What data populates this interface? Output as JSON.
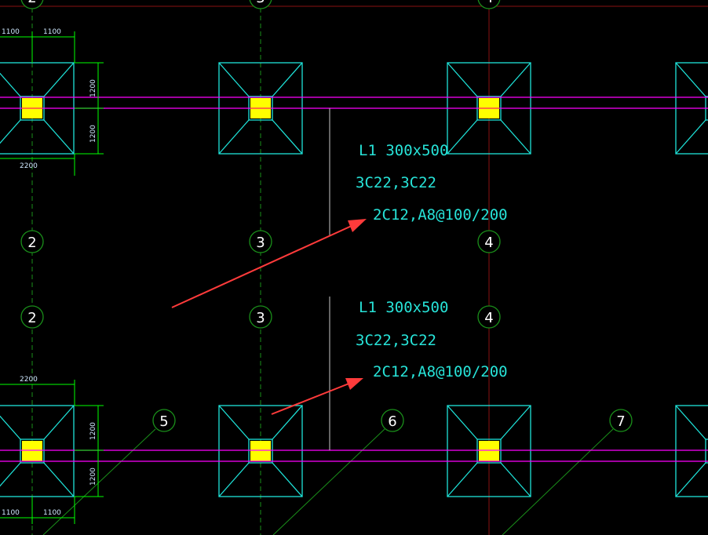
{
  "colors": {
    "background": "#000000",
    "footing": "#1ee3d9",
    "column": "#ffff00",
    "beam": "#ff00ff",
    "axis_line_green": "#1a8f1a",
    "axis_line_red": "#8a1212",
    "dimension": "#00ff00",
    "annotation": "#27e3d8",
    "arrow": "#ff3b3b",
    "leader": "#c8c8c8"
  },
  "axis_labels": {
    "top_row": [
      "2",
      "3",
      "4"
    ],
    "middle_row_a": [
      "2",
      "3",
      "4"
    ],
    "middle_row_b": [
      "2",
      "3",
      "4"
    ],
    "diagonal": [
      "5",
      "6",
      "7"
    ]
  },
  "annotations": [
    {
      "name": "L1 300x500",
      "top_bar": "3C22,3C22",
      "stirrup": "2C12,A8@100/200"
    },
    {
      "name": "L1 300x500",
      "top_bar": "3C22,3C22",
      "stirrup": "2C12,A8@100/200"
    }
  ],
  "dimensions": {
    "top_left": {
      "half_a": "1100",
      "half_b": "1100",
      "width": "2200",
      "height_a": "1200",
      "height_b": "1200"
    },
    "bottom_left": {
      "width": "2200",
      "height_a": "1200",
      "height_b": "1200",
      "half_a": "1100",
      "half_b": "1100"
    }
  }
}
